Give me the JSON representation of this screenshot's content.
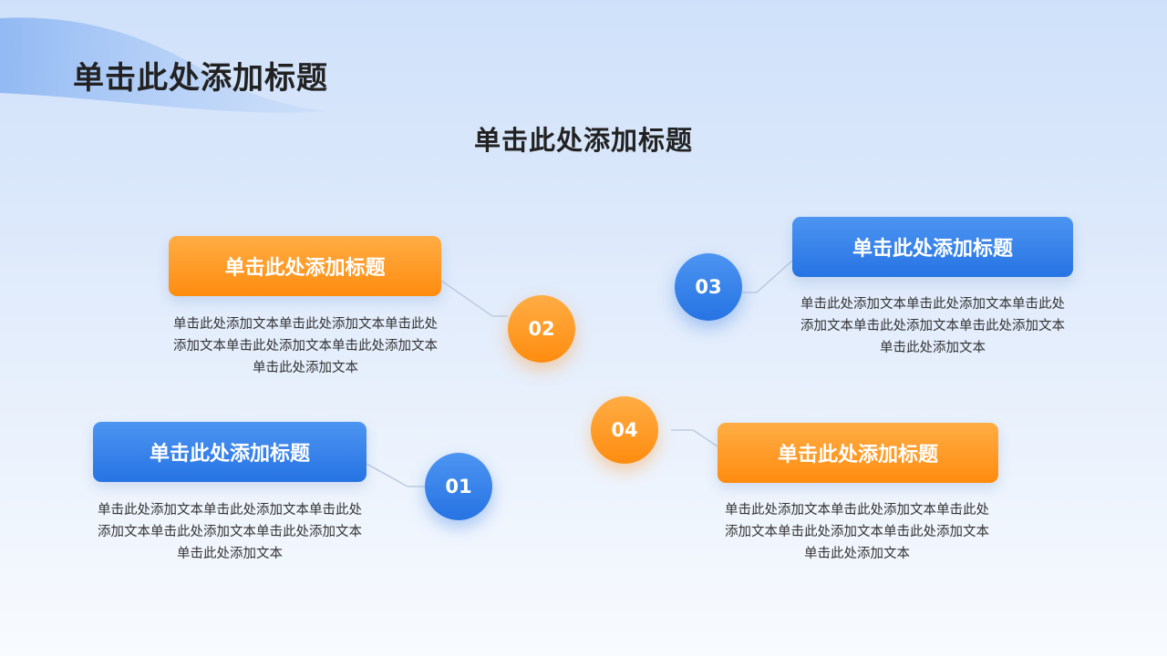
{
  "slide": {
    "title": "单击此处添加标题"
  },
  "section": {
    "title": "单击此处添加标题"
  },
  "items": [
    {
      "number": "01",
      "title": "单击此处添加标题",
      "text": "单击此处添加文本单击此处添加文本单击此处添加文本单击此处添加文本单击此处添加文本单击此处添加文本",
      "color": "#2673e3"
    },
    {
      "number": "02",
      "title": "单击此处添加标题",
      "text": "单击此处添加文本单击此处添加文本单击此处添加文本单击此处添加文本单击此处添加文本单击此处添加文本",
      "color": "#ff8c0f"
    },
    {
      "number": "03",
      "title": "单击此处添加标题",
      "text": "单击此处添加文本单击此处添加文本单击此处添加文本单击此处添加文本单击此处添加文本单击此处添加文本",
      "color": "#2673e3"
    },
    {
      "number": "04",
      "title": "单击此处添加标题",
      "text": "单击此处添加文本单击此处添加文本单击此处添加文本单击此处添加文本单击此处添加文本单击此处添加文本",
      "color": "#ff8c0f"
    }
  ]
}
